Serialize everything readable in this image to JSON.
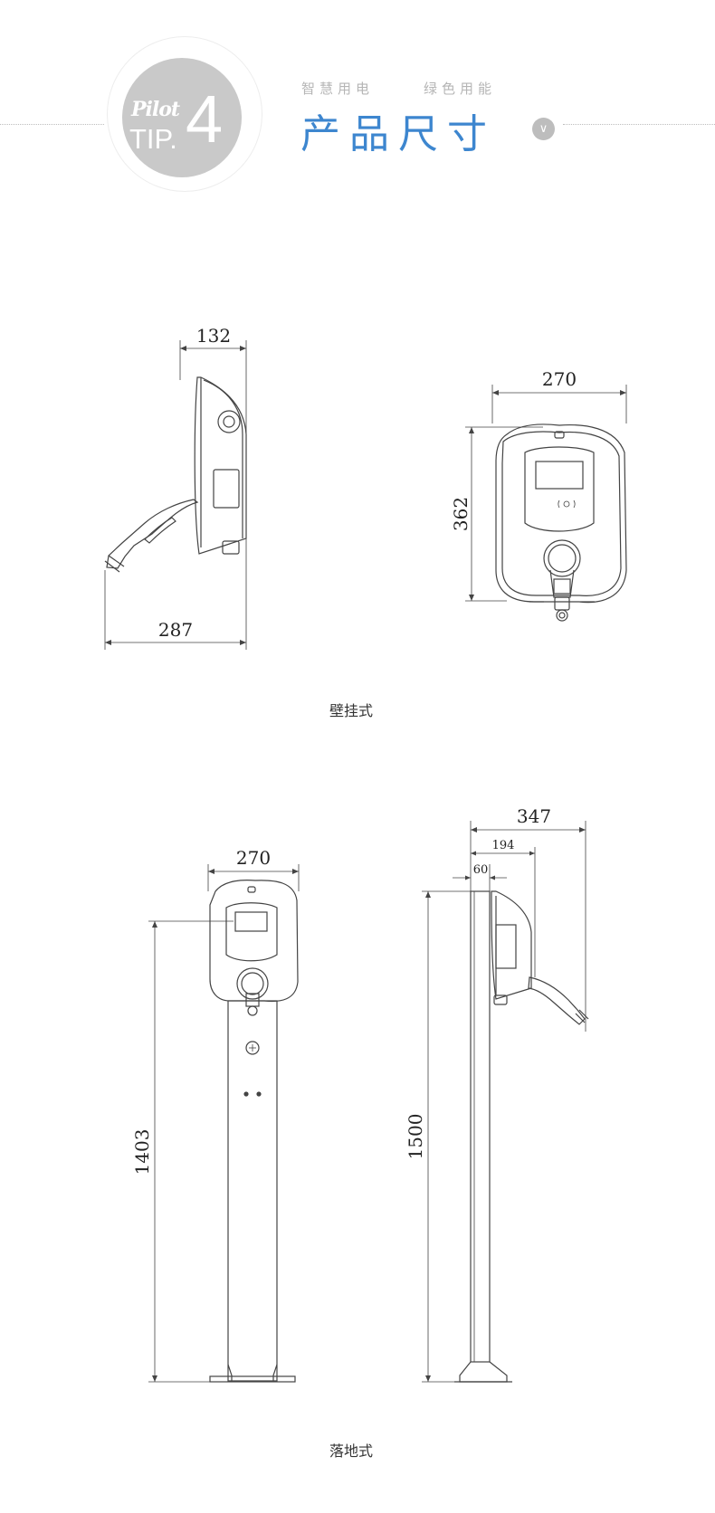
{
  "header": {
    "badge_brand": "Pilot",
    "badge_tip": "TIP.",
    "badge_number": "4",
    "subtitle_left": "智慧用电",
    "subtitle_right": "绿色用能",
    "title": "产品尺寸",
    "chevron_icon": "chevron-down-icon"
  },
  "wall_mount": {
    "side_width": "132",
    "side_length": "287",
    "front_width": "270",
    "front_height": "362",
    "caption": "壁挂式"
  },
  "floor_mount": {
    "front_width": "270",
    "front_height": "1403",
    "side_total_depth": "347",
    "side_depth_194": "194",
    "side_depth_60": "60",
    "side_height": "1500",
    "caption": "落地式"
  },
  "colors": {
    "accent": "#3d86cf",
    "badge": "#c9c9c9",
    "line": "#444444"
  }
}
